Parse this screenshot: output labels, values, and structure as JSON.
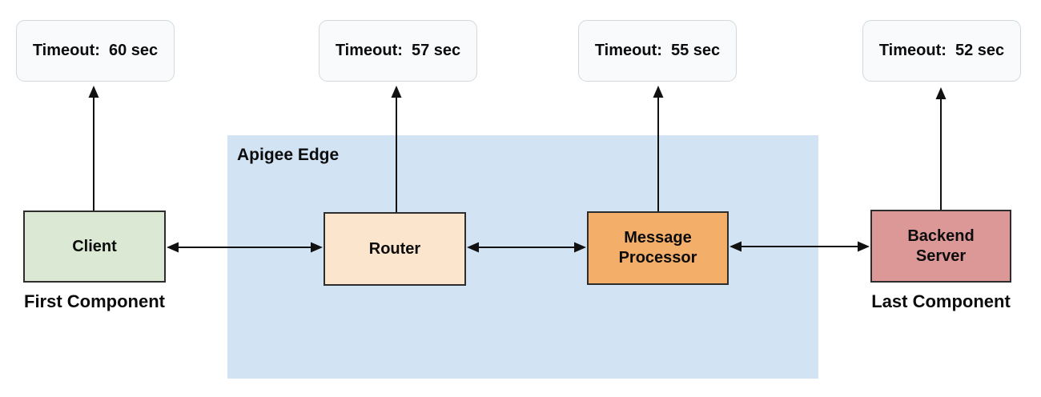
{
  "diagram": {
    "group_label": "Apigee Edge",
    "components": [
      {
        "label": "Client",
        "timeout": "Timeout:  60 sec",
        "caption": "First Component"
      },
      {
        "label": "Router",
        "timeout": "Timeout:  57 sec"
      },
      {
        "label": "Message Processor",
        "timeout": "Timeout:  55 sec"
      },
      {
        "label": "Backend Server",
        "timeout": "Timeout:  52 sec",
        "caption": "Last Component"
      }
    ],
    "colors": {
      "group_fill": "#d2e3f4",
      "client_fill": "#dbe8d4",
      "router_fill": "#fce5cd",
      "message_processor_fill": "#f3ae6a",
      "backend_server_fill": "#dc9897",
      "timeout_fill": "#f8fafb",
      "timeout_border": "#d2d9dc",
      "box_border": "#2d2d2d",
      "arrow": "#111111"
    }
  }
}
